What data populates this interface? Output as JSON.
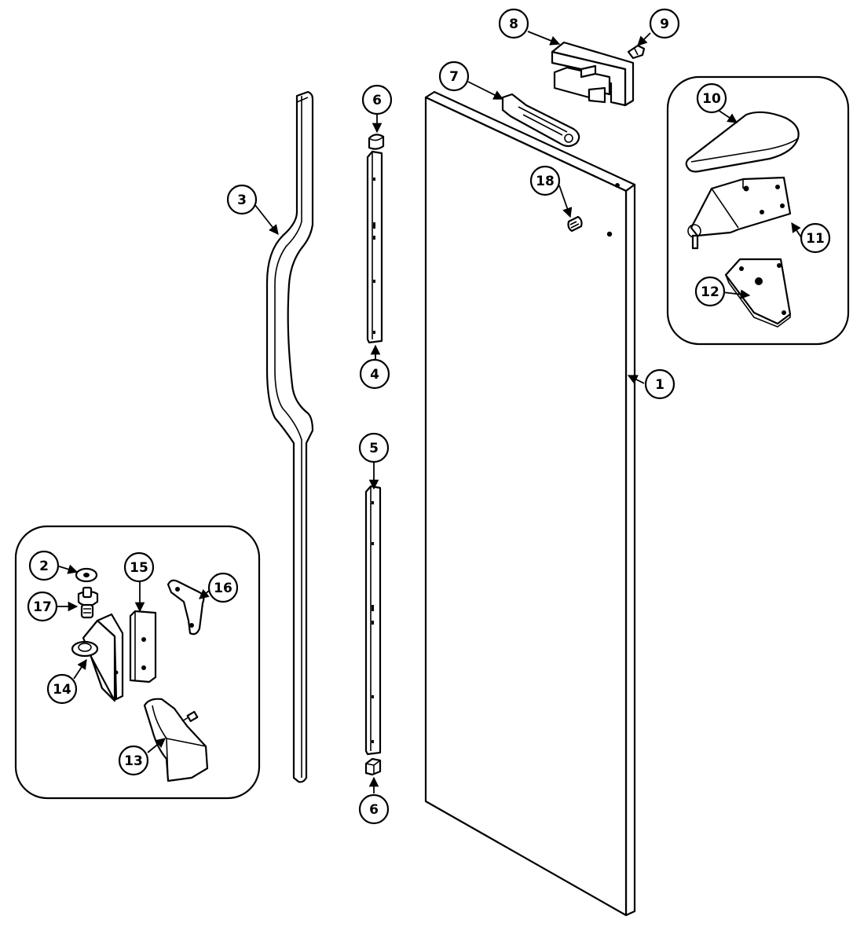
{
  "diagram": {
    "callouts": [
      "1",
      "2",
      "3",
      "4",
      "5",
      "6",
      "6",
      "7",
      "8",
      "9",
      "10",
      "11",
      "12",
      "13",
      "14",
      "15",
      "16",
      "17",
      "18"
    ]
  }
}
